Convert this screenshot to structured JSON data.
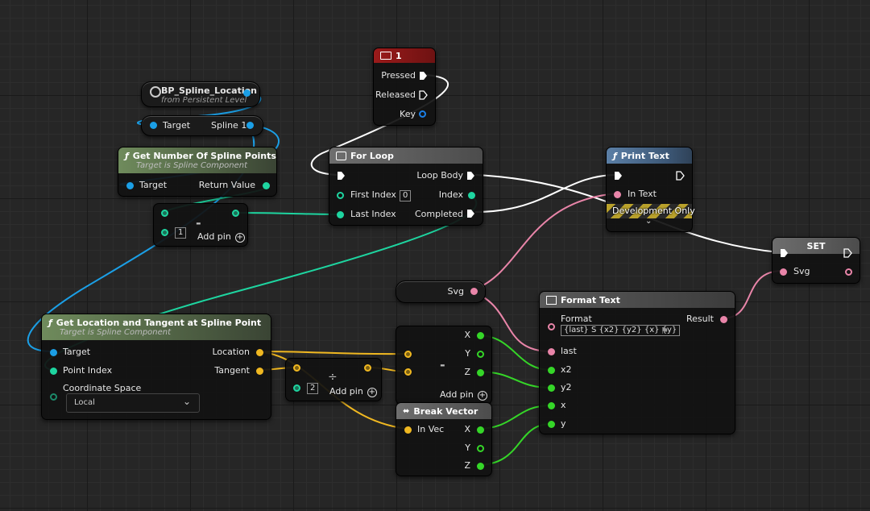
{
  "colors": {
    "object": "#1b9fe6",
    "int": "#1ed5a0",
    "struct": "#f0b821",
    "text": "#e985a9",
    "float": "#35d628",
    "exec": "#ffffff"
  },
  "nodes": {
    "key1": {
      "title": "1",
      "pins": {
        "pressed": "Pressed",
        "released": "Released",
        "key": "Key"
      }
    },
    "bp_ref": {
      "title": "BP_Spline_Location",
      "subtitle": "from Persistent Level"
    },
    "get_spline": {
      "target": "Target",
      "output": "Spline 1"
    },
    "num_points": {
      "title": "Get Number Of Spline Points",
      "subtitle": "Target is Spline Component",
      "target": "Target",
      "return": "Return Value"
    },
    "subtract": {
      "op": "-",
      "value": "1",
      "add_pin": "Add pin"
    },
    "for_loop": {
      "title": "For Loop",
      "loop_body": "Loop Body",
      "first_index": "First Index",
      "first_index_value": "0",
      "index": "Index",
      "last_index": "Last Index",
      "completed": "Completed"
    },
    "print_text": {
      "title": "Print Text",
      "in_text": "In Text",
      "dev_only": "Development Only"
    },
    "set_node": {
      "title": "SET",
      "var": "Svg"
    },
    "svg_get": {
      "label": "Svg"
    },
    "format_text": {
      "title": "Format Text",
      "format": "Format",
      "format_value": "{last} S {x2} {y2} {x} {y}",
      "result": "Result",
      "last": "last",
      "x2": "x2",
      "y2": "y2",
      "x": "x",
      "y": "y"
    },
    "vec_sub": {
      "op": "-",
      "x": "X",
      "y": "Y",
      "z": "Z",
      "add_pin": "Add pin"
    },
    "break_vector": {
      "title": "Break Vector",
      "in_vec": "In Vec",
      "x": "X",
      "y": "Y",
      "z": "Z"
    },
    "loc_tangent": {
      "title": "Get Location and Tangent at Spline Point",
      "subtitle": "Target is Spline Component",
      "target": "Target",
      "point_index": "Point Index",
      "coord_space": "Coordinate Space",
      "coord_value": "Local",
      "location": "Location",
      "tangent": "Tangent"
    },
    "divide": {
      "op": "÷",
      "value": "2",
      "add_pin": "Add pin"
    }
  }
}
